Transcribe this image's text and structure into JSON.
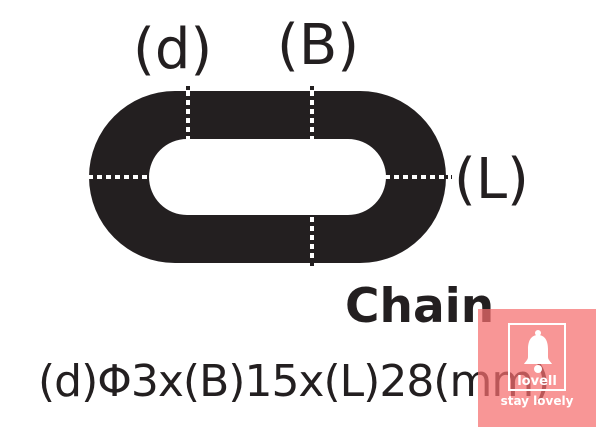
{
  "diagram": {
    "labels": {
      "d": "(d)",
      "b": "(B)",
      "l": "(L)"
    },
    "title": "Chain",
    "spec": "(d)Φ3x(B)15x(L)28(mm)"
  },
  "watermark": {
    "line1": "lovell",
    "line2": "stay lovely",
    "icon": "bell-icon"
  },
  "colors": {
    "ink": "#231f20",
    "watermark": "#f56e6e"
  }
}
